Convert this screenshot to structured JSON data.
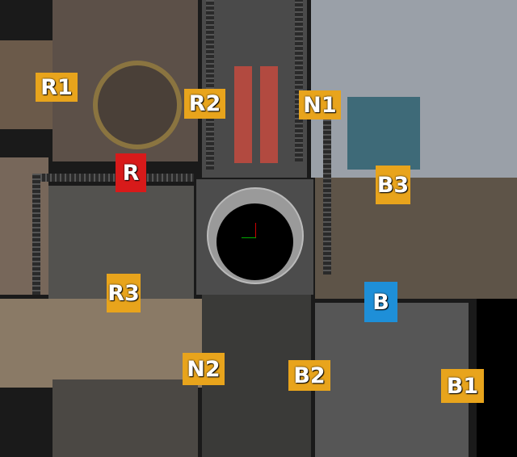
{
  "map": {
    "labels": [
      {
        "id": "R1",
        "text": "R1",
        "color": "#e8a41c"
      },
      {
        "id": "R2",
        "text": "R2",
        "color": "#e8a41c"
      },
      {
        "id": "N1",
        "text": "N1",
        "color": "#e8a41c"
      },
      {
        "id": "R",
        "text": "R",
        "color": "#d81a1a"
      },
      {
        "id": "B3",
        "text": "B3",
        "color": "#e8a41c"
      },
      {
        "id": "R3",
        "text": "R3",
        "color": "#e8a41c"
      },
      {
        "id": "B",
        "text": "B",
        "color": "#1e8fd8"
      },
      {
        "id": "N2",
        "text": "N2",
        "color": "#e8a41c"
      },
      {
        "id": "B2",
        "text": "B2",
        "color": "#e8a41c"
      },
      {
        "id": "B1",
        "text": "B1",
        "color": "#e8a41c"
      }
    ]
  }
}
